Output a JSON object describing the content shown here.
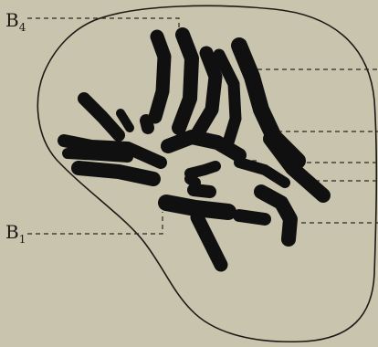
{
  "figure": {
    "labels": {
      "top": {
        "letter": "B",
        "index": "4"
      },
      "bottom": {
        "letter": "B",
        "index": "1"
      }
    },
    "colors": {
      "background": "#c9c4ad",
      "outline": "#1c1a16",
      "chromosome": "#111010",
      "leader_line": "#2a2722"
    }
  }
}
